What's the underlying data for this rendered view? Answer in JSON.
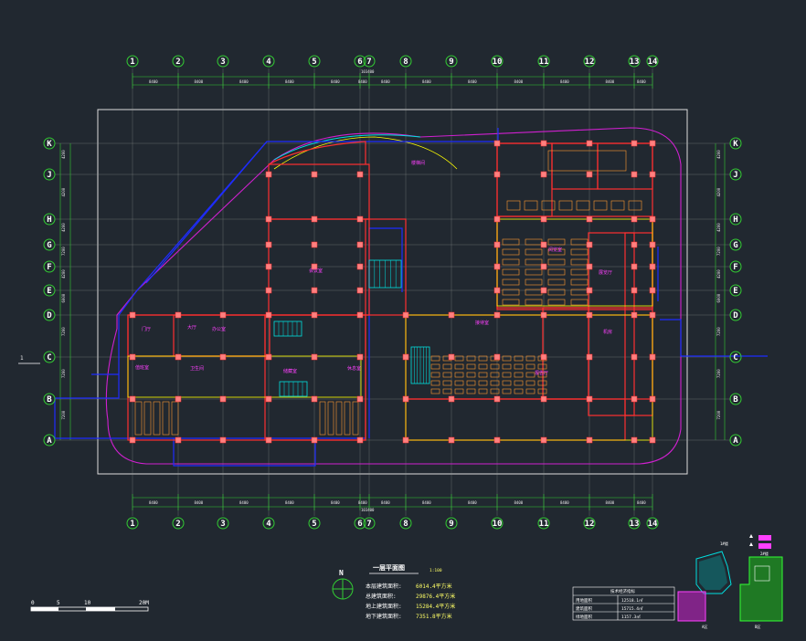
{
  "drawing": {
    "title": "一层平面图",
    "scale_note": "1:100",
    "north_symbol": "N",
    "axis_number_labels": [
      "1",
      "2",
      "3",
      "4",
      "5",
      "6",
      "7",
      "8",
      "9",
      "10",
      "11",
      "12",
      "13",
      "14"
    ],
    "axis_letter_labels": [
      "A",
      "B",
      "C",
      "D",
      "E",
      "F",
      "G",
      "H",
      "J",
      "K"
    ],
    "top_dimensions": [
      "8400",
      "8400",
      "8400",
      "8400",
      "8400",
      "8400",
      "8400",
      "8400",
      "8400",
      "8400",
      "8400",
      "8400",
      "8400"
    ],
    "total_dimension": "103400",
    "side_dimensions": [
      "7200",
      "7200",
      "7200",
      "6000",
      "4200",
      "7200",
      "4200",
      "4200",
      "4200"
    ],
    "left_marker": "1",
    "room_labels": [
      "门厅",
      "大厅",
      "办公室",
      "会议室",
      "报告厅",
      "阅览室",
      "展览厅",
      "休息室",
      "储藏室",
      "值班室",
      "接待室",
      "卫生间",
      "楼梯间",
      "机房"
    ],
    "area_info": [
      {
        "label": "本层建筑面积:",
        "value": "6014.4平方米"
      },
      {
        "label": "总建筑面积:",
        "value": "29876.4平方米"
      },
      {
        "label": "地上建筑面积:",
        "value": "15284.4平方米"
      },
      {
        "label": "地下建筑面积:",
        "value": "7351.8平方米"
      }
    ],
    "scale_bar_labels": [
      "0",
      "5",
      "10",
      "20M"
    ],
    "table_title": "技术经济指标",
    "table_rows": [
      [
        "用地面积",
        "12518.1㎡"
      ],
      [
        "建筑面积",
        "15715.4㎡"
      ],
      [
        "绿地面积",
        "1157.3㎡"
      ]
    ],
    "key_plan_labels": [
      "1#楼",
      "2#楼",
      "A区",
      "B区"
    ]
  },
  "colors": {
    "background": "#212830",
    "grid": "#9a9a9a",
    "axis_line": "#33cc33",
    "walls": "#ff3030",
    "columns": "#ff8080",
    "site_boundary": "#d020d0",
    "blue_lines": "#1e2cff",
    "yellow_lines": "#ffff00",
    "cyan_lines": "#00e0e0",
    "text": "#ffffff"
  }
}
